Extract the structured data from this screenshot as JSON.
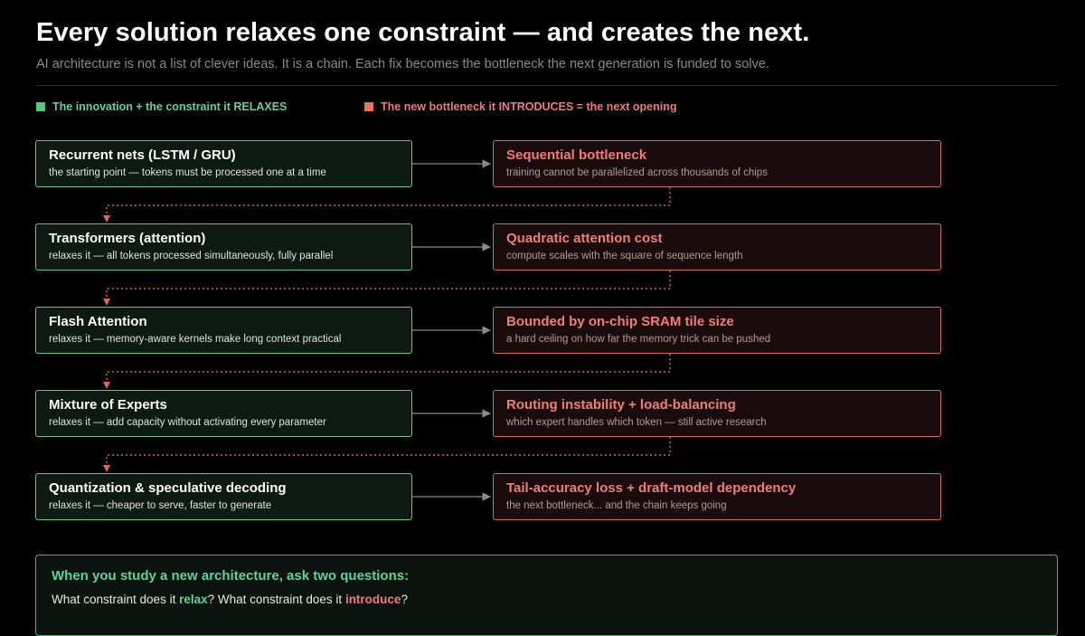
{
  "header": {
    "title": "Every solution relaxes one constraint — and creates the next.",
    "subtitle": "AI architecture is not a list of clever ideas. It is a chain. Each fix becomes the bottleneck the next generation is funded to solve."
  },
  "legend": {
    "relaxes_label": "The innovation + the constraint it RELAXES",
    "introduces_label": "The new bottleneck it INTRODUCES = the next opening"
  },
  "rows": [
    {
      "innovation": {
        "title": "Recurrent nets (LSTM / GRU)",
        "desc": "the starting point — tokens must be processed one at a time"
      },
      "bottleneck": {
        "title": "Sequential bottleneck",
        "desc": "training cannot be parallelized across thousands of chips"
      }
    },
    {
      "innovation": {
        "title": "Transformers (attention)",
        "desc": "relaxes it — all tokens processed simultaneously, fully parallel"
      },
      "bottleneck": {
        "title": "Quadratic attention cost",
        "desc": "compute scales with the square of sequence length"
      }
    },
    {
      "innovation": {
        "title": "Flash Attention",
        "desc": "relaxes it — memory-aware kernels make long context practical"
      },
      "bottleneck": {
        "title": "Bounded by on-chip SRAM tile size",
        "desc": "a hard ceiling on how far the memory trick can be pushed"
      }
    },
    {
      "innovation": {
        "title": "Mixture of Experts",
        "desc": "relaxes it — add capacity without activating every parameter"
      },
      "bottleneck": {
        "title": "Routing instability + load-balancing",
        "desc": "which expert handles which token — still active research"
      }
    },
    {
      "innovation": {
        "title": "Quantization & speculative decoding",
        "desc": "relaxes it — cheaper to serve, faster to generate"
      },
      "bottleneck": {
        "title": "Tail-accuracy loss + draft-model dependency",
        "desc": "the next bottleneck... and the chain keeps going"
      }
    }
  ],
  "callout": {
    "title": "When you study a new architecture, ask two questions:",
    "q_part1": "What constraint does it ",
    "q_relax": "relax",
    "q_part2": "? What constraint does it ",
    "q_introduce": "introduce",
    "q_part3": "?"
  },
  "colors": {
    "green_accent": "#5fd49a",
    "red_accent": "#f07b74",
    "background": "#000000"
  }
}
